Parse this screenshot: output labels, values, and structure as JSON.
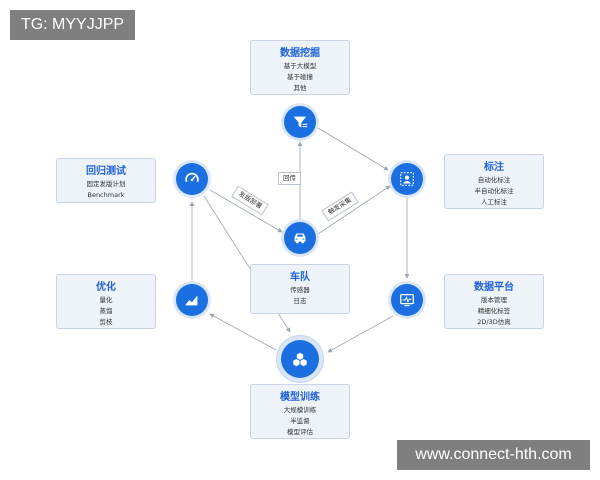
{
  "watermarks": {
    "top_left": "TG: MYYJJPP",
    "bottom_right": "www.connect-hth.com"
  },
  "colors": {
    "node_blue": "#1c6fe0",
    "box_bg": "#eef2f9",
    "title_blue": "#1f63d6",
    "arrow_gray": "#9aa5b5"
  },
  "boxes": {
    "data_mining": {
      "title": "数据挖掘",
      "lines": [
        "基于大模型",
        "基于碰撞",
        "其他"
      ]
    },
    "annotation": {
      "title": "标注",
      "lines": [
        "自动化标注",
        "半自动化标注",
        "人工标注"
      ]
    },
    "data_platform": {
      "title": "数据平台",
      "lines": [
        "版本管理",
        "精细化标签",
        "2D/3D仿真"
      ]
    },
    "model_training": {
      "title": "模型训练",
      "lines": [
        "大规模训练",
        "半监督",
        "模型评估"
      ]
    },
    "optimization": {
      "title": "优化",
      "lines": [
        "量化",
        "蒸馏",
        "剪枝"
      ]
    },
    "regression_test": {
      "title": "回归测试",
      "lines": [
        "固定发版计划",
        "Benchmark"
      ]
    },
    "fleet": {
      "title": "车队",
      "lines": [
        "传感器",
        "日志"
      ]
    }
  },
  "tags": {
    "feedback": "回传",
    "release_deploy": "发版部署",
    "trigger_collect": "触发采集"
  },
  "icons": {
    "data_mining": "funnel-icon",
    "annotation": "person-frame-icon",
    "data_platform": "monitor-icon",
    "model_training": "cubes-icon",
    "optimization": "trend-chart-icon",
    "regression_test": "gauge-icon",
    "fleet": "car-icon"
  }
}
